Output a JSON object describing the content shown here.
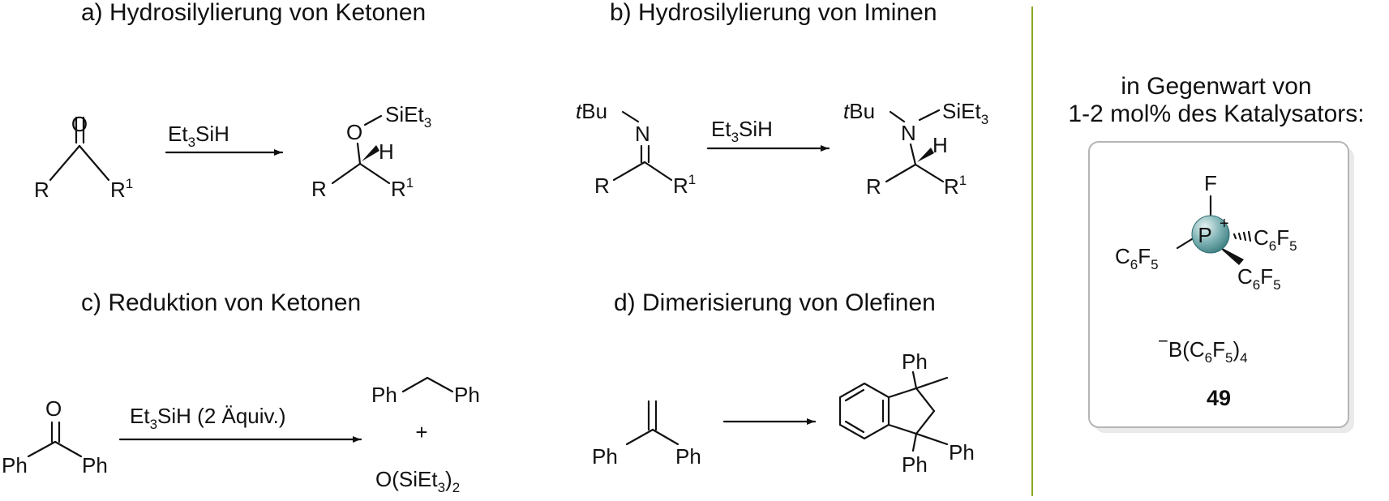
{
  "sections": {
    "a": {
      "title": "a) Hydrosilylierung von Ketonen",
      "reagent": "Et3SiH"
    },
    "b": {
      "title": "b) Hydrosilylierung von Iminen",
      "reagent": "Et3SiH"
    },
    "c": {
      "title": "c) Reduktion von Ketonen",
      "reagent": "Et3SiH (2 Äquiv.)",
      "plus": "+"
    },
    "d": {
      "title": "d) Dimerisierung von Olefinen"
    }
  },
  "atoms": {
    "O": "O",
    "N": "N",
    "H": "H",
    "R": "R",
    "R1": "R1",
    "SiEt3": "SiEt3",
    "tBu": "tBu",
    "Ph": "Ph",
    "F": "F",
    "P": "P",
    "C6F5": "C6F5",
    "siloxane": "O(SiEt3)2",
    "borate": "B(C6F5)4"
  },
  "catalyst": {
    "caption_line1": "in Gegenwart von",
    "caption_line2": "1-2 mol% des Katalysators:",
    "label": "49",
    "divider_color": "#8aaa22",
    "phosphorus_color": "#5b9a9c"
  }
}
